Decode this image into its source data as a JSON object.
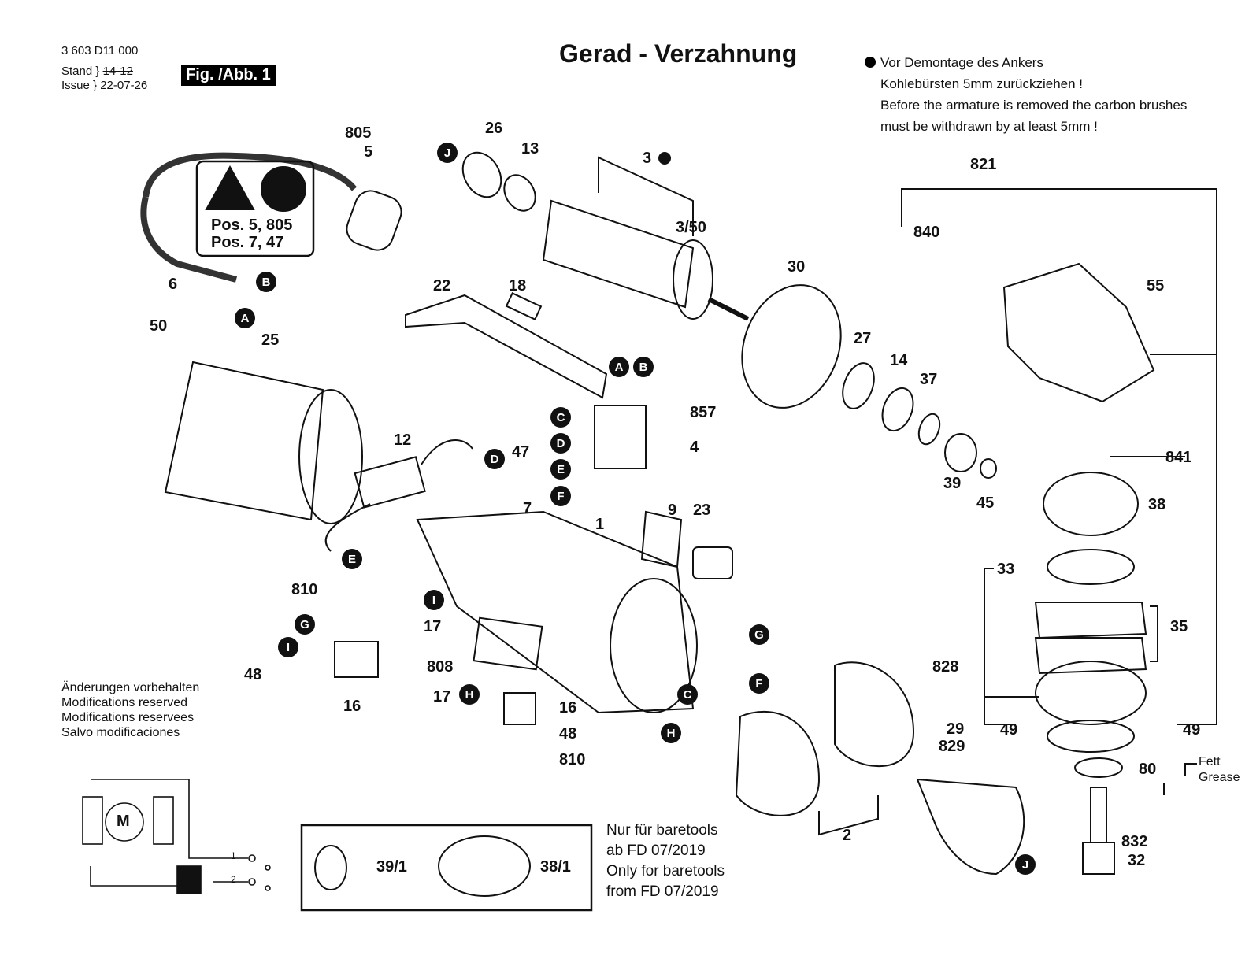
{
  "header": {
    "code": "3 603 D11 000",
    "stand_label": "Stand",
    "issue_label": "Issue",
    "stand_old": "14-12",
    "issue_date": "22-07-26",
    "fig_tag": "Fig. /Abb. 1"
  },
  "title": "Gerad - Verzahnung",
  "note": {
    "de_line1": "Vor Demontage des Ankers",
    "de_line2": "Kohlebürsten 5mm zurückziehen !",
    "en_line1": "Before the armature is removed the carbon brushes",
    "en_line2": "must be withdrawn by at least 5mm !"
  },
  "warning_box": {
    "line1": "Pos. 5, 805",
    "line2": "Pos. 7, 47"
  },
  "changes": [
    "Änderungen vorbehalten",
    "Modifications reserved",
    "Modifications reservees",
    "Salvo modificaciones"
  ],
  "baretools": {
    "de_line1": "Nur für baretools",
    "de_line2": "ab FD 07/2019",
    "en_line1": "Only for baretools",
    "en_line2": "from FD 07/2019",
    "part_a": "39/1",
    "part_b": "38/1"
  },
  "grease": {
    "de": "Fett",
    "en": "Grease"
  },
  "motor_symbol": "M",
  "switch_terminals": [
    "1",
    "2"
  ],
  "parts": [
    "805",
    "5",
    "6",
    "26",
    "13",
    "3",
    "3/50",
    "22",
    "18",
    "50",
    "25",
    "30",
    "27",
    "14",
    "37",
    "857",
    "4",
    "12",
    "47",
    "7",
    "1",
    "9",
    "23",
    "39",
    "45",
    "810",
    "17",
    "48",
    "16",
    "808",
    "810",
    "16",
    "48",
    "17",
    "2",
    "29",
    "829",
    "821",
    "840",
    "55",
    "841",
    "38",
    "33",
    "35",
    "828",
    "49",
    "49",
    "80",
    "832",
    "32"
  ],
  "connectors": [
    "A",
    "B",
    "J",
    "A",
    "B",
    "C",
    "D",
    "E",
    "F",
    "D",
    "E",
    "I",
    "G",
    "I",
    "H",
    "G",
    "F",
    "C",
    "H",
    "J"
  ]
}
